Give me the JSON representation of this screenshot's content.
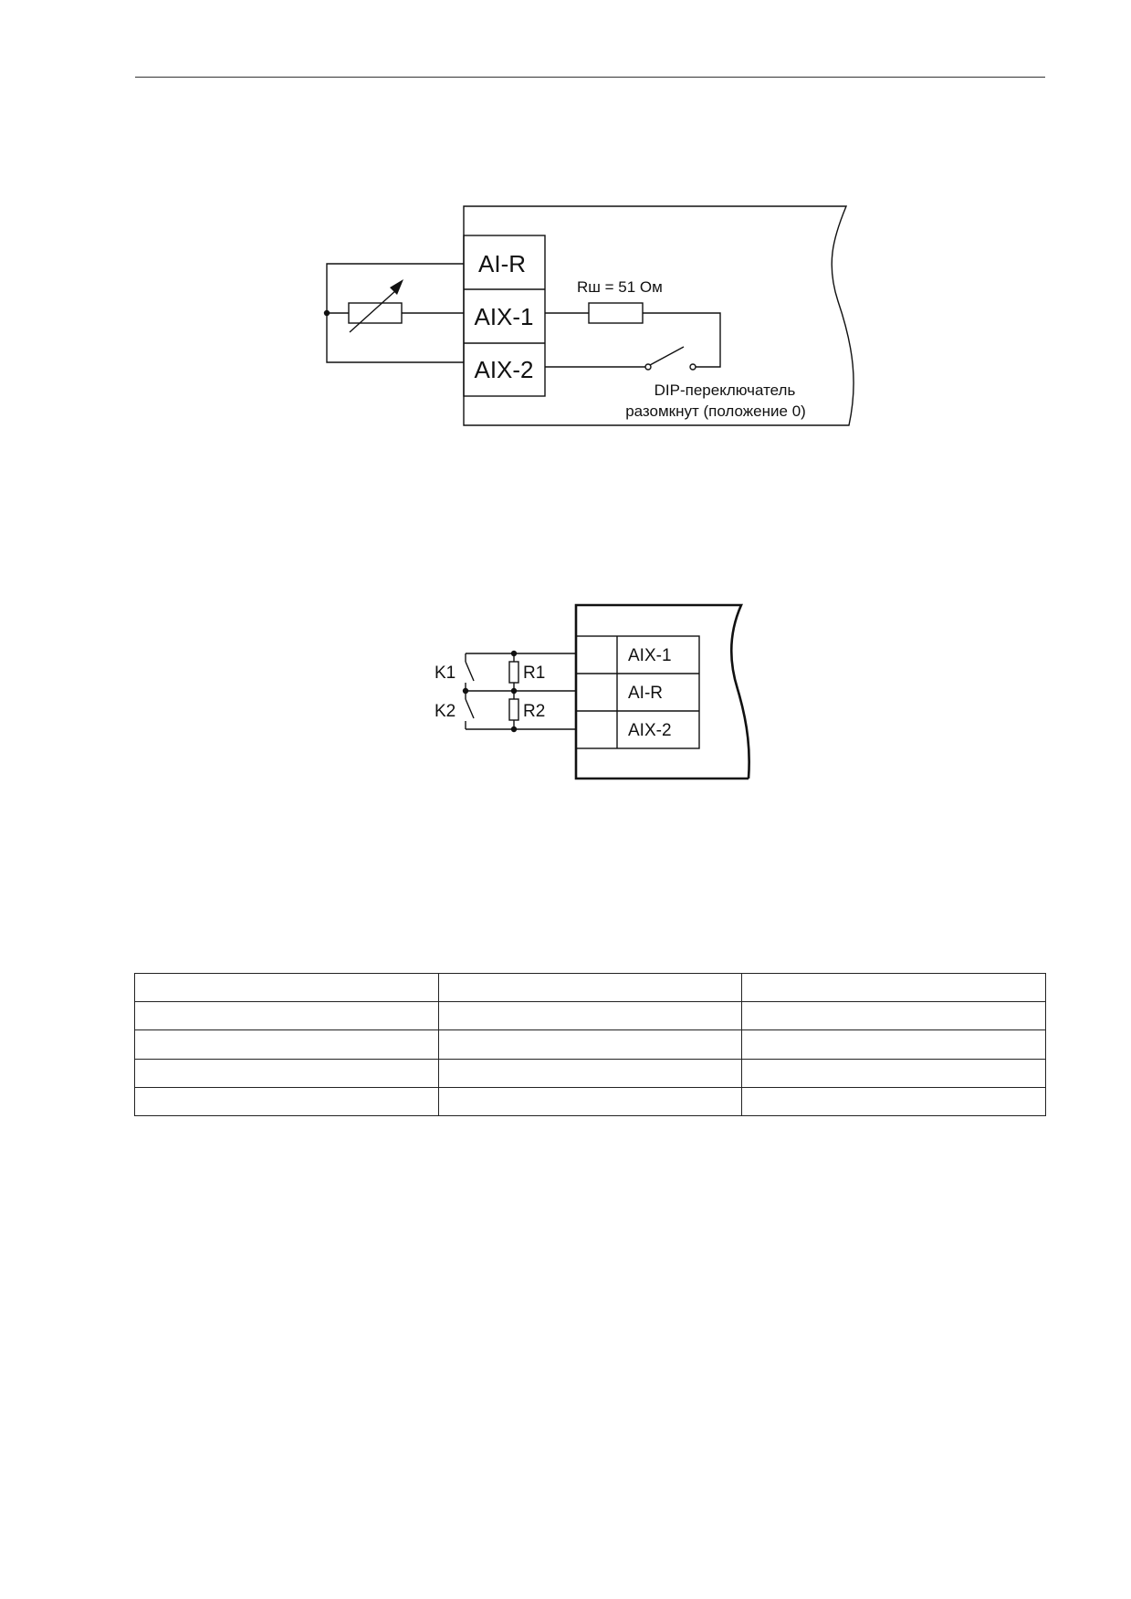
{
  "diagram1": {
    "terminals": [
      "AI-R",
      "AIX-1",
      "AIX-2"
    ],
    "shunt_label": "Rш = 51 Ом",
    "dip_caption_line1": "DIP-переключатель",
    "dip_caption_line2": "разомкнут (положение 0)"
  },
  "diagram2": {
    "terminals": [
      "AIX-1",
      "AI-R",
      "AIX-2"
    ],
    "switches": [
      "K1",
      "K2"
    ],
    "resistors": [
      "R1",
      "R2"
    ]
  },
  "table": {
    "rows": [
      [
        "",
        "",
        ""
      ],
      [
        "",
        "",
        ""
      ],
      [
        "",
        "",
        ""
      ],
      [
        "",
        "",
        ""
      ],
      [
        "",
        "",
        ""
      ]
    ]
  }
}
